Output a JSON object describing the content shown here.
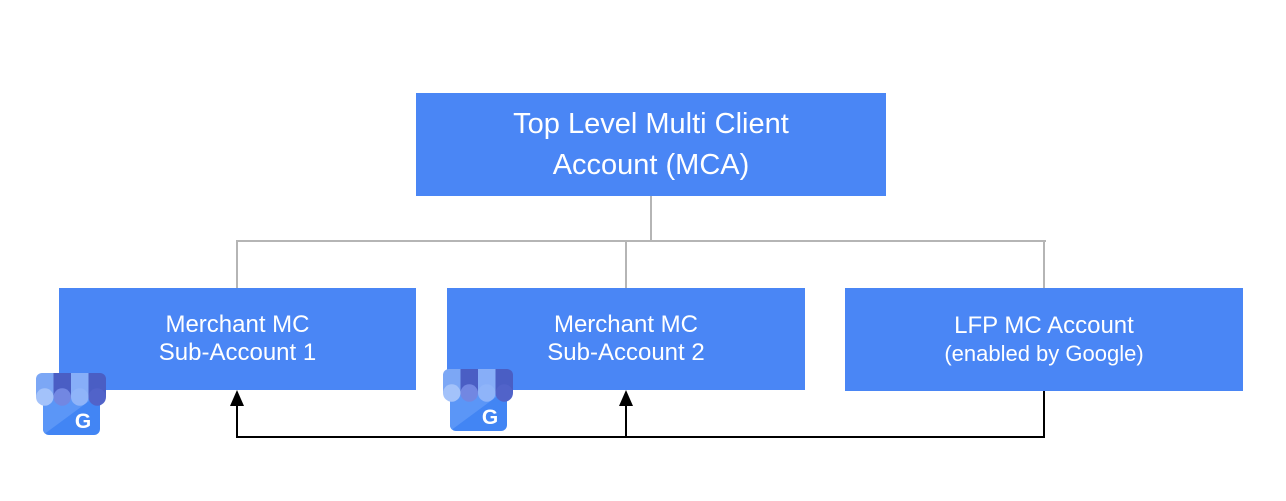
{
  "nodes": {
    "mca": {
      "line1": "Top Level Multi Client",
      "line2": "Account (MCA)"
    },
    "sub1": {
      "line1": "Merchant MC",
      "line2": "Sub-Account 1"
    },
    "sub2": {
      "line1": "Merchant MC",
      "line2": "Sub-Account 2"
    },
    "lfp": {
      "line1": "LFP MC Account",
      "line2": "(enabled by Google)"
    }
  },
  "icons": {
    "merchant_badge": "google-my-business-icon",
    "letter": "G"
  },
  "colors": {
    "node_fill": "#4a86f5",
    "node_text": "#ffffff",
    "hierarchy_line": "#b5b5b5",
    "data_flow_line": "#000000",
    "background": "#ffffff",
    "gmb_body": "#4285f4",
    "gmb_body_light": "#5b96f7",
    "gmb_awning_band_light": "#7ca7f5",
    "gmb_awning_band_dark": "#4a5ec4",
    "gmb_awning_band_light2": "#87aef8",
    "gmb_scallop_1": "#a3c2fa",
    "gmb_scallop_2": "#7287e2",
    "gmb_scallop_3": "#8fb4f9",
    "gmb_scallop_4": "#5163c9"
  }
}
